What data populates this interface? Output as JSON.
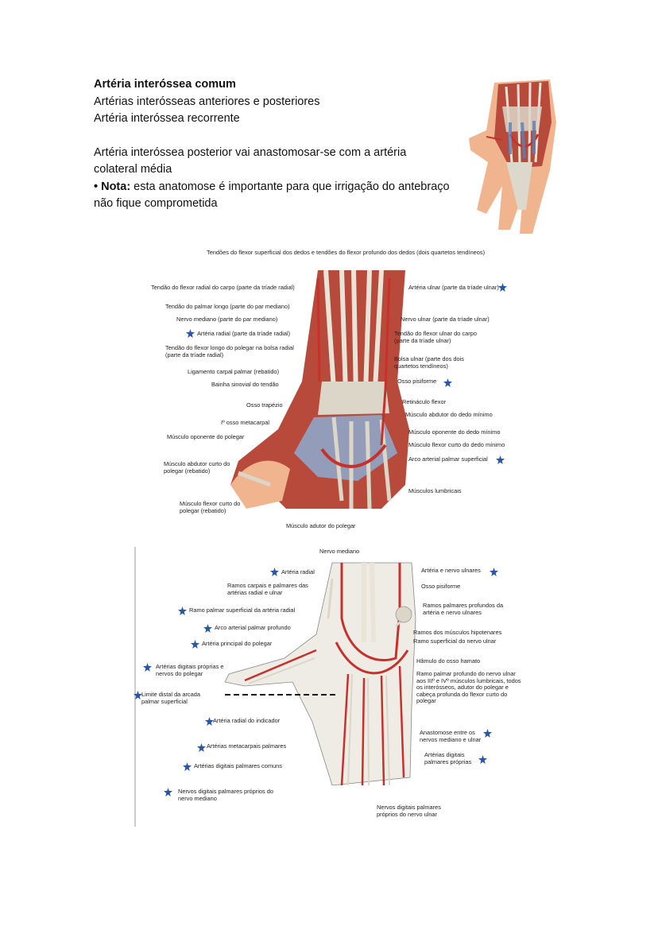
{
  "text": {
    "title": "Artéria interóssea comum",
    "line2": "Artérias interósseas anteriores e posteriores",
    "line3": "Artéria interóssea recorrente",
    "para": "Artéria interóssea posterior vai anastomosar-se com a artéria colateral média",
    "nota_label": "• Nota:",
    "nota_text": " esta anatomose é importante para que irrigação do antebraço não fique comprometida"
  },
  "figure1": {
    "labels": {
      "top": "Tendões do flexor superficial dos dedos e tendões do flexor profundo dos dedos (dois quartetos tendíneos)",
      "l1": "Tendão do flexor radial do carpo (parte da tríade radial)",
      "l2": "Tendão do palmar longo (parte do par mediano)",
      "l3": "Nervo mediano (parte do par mediano)",
      "l4": "Artéria radial (parte da tríade radial)",
      "l5": "Tendão do flexor longo do polegar na bolsa radial (parte da tríade radial)",
      "l6": "Ligamento carpal palmar (rebatido)",
      "l7": "Bainha sinovial do tendão",
      "l8": "Osso trapézio",
      "l9": "Iº osso metacarpal",
      "l10": "Músculo oponente do polegar",
      "l11": "Músculo abdutor curto do polegar (rebatido)",
      "l12": "Músculo flexor curto do polegar (rebatido)",
      "bottom": "Músculo adutor do polegar",
      "r1": "Artéria ulnar (parte da tríade ulnar)",
      "r2": "Nervo ulnar (parte da tríade ulnar)",
      "r3": "Tendão do flexor ulnar do carpo (parte da tríade ulnar)",
      "r4": "Bolsa ulnar (parte dos dois quartetos tendíneos)",
      "r5": "Osso pisiforme",
      "r6": "Retináculo flexor",
      "r7": "Músculo abdutor do dedo mínimo",
      "r8": "Músculo oponente do dedo mínimo",
      "r9": "Músculo flexor curto do dedo mínimo",
      "r10": "Arco arterial palmar superficial",
      "r11": "Músculos lumbricais"
    }
  },
  "figure2": {
    "labels": {
      "top": "Nervo mediano",
      "l1": "Artéria radial",
      "l2": "Ramos carpais e palmares das artérias radial e ulnar",
      "l3": "Ramo palmar superficial da artéria radial",
      "l4": "Arco arterial palmar profundo",
      "l5": "Artéria principal do polegar",
      "l6": "Artérias digitais próprias e nervos do polegar",
      "l7": "Limite distal da arcada palmar superficial",
      "l8": "Artéria radial do indicador",
      "l9": "Artérias metacarpais palmares",
      "l10": "Artérias digitais palmares comuns",
      "l11": "Nervos digitais palmares próprios do nervo mediano",
      "r1": "Artéria e nervo ulnares",
      "r2": "Osso pisiforme",
      "r3": "Ramos palmares profundos da artéria e nervo ulnares",
      "r4": "Ramos dos músculos hipotenares",
      "r5": "Ramo superficial do nervo ulnar",
      "r6": "Hâmulo do osso hamato",
      "r7": "Ramo palmar profundo do nervo ulnar aos IIIº e IVº músculos lumbricais, todos os interósseos, adutor do polegar e cabeça profunda do flexor curto do polegar",
      "r8": "Anastomose entre os nervos mediano e ulnar",
      "r9": "Artérias digitais palmares próprias",
      "bottom": "Nervos digitais palmares próprios do nervo ulnar"
    }
  },
  "colors": {
    "artery": "#c8312b",
    "nerve": "#e9e4d8",
    "tendon": "#dcd6c8",
    "star": "#2a56a8",
    "muscle": "#b84a3c",
    "vein": "#5b7fb8"
  }
}
